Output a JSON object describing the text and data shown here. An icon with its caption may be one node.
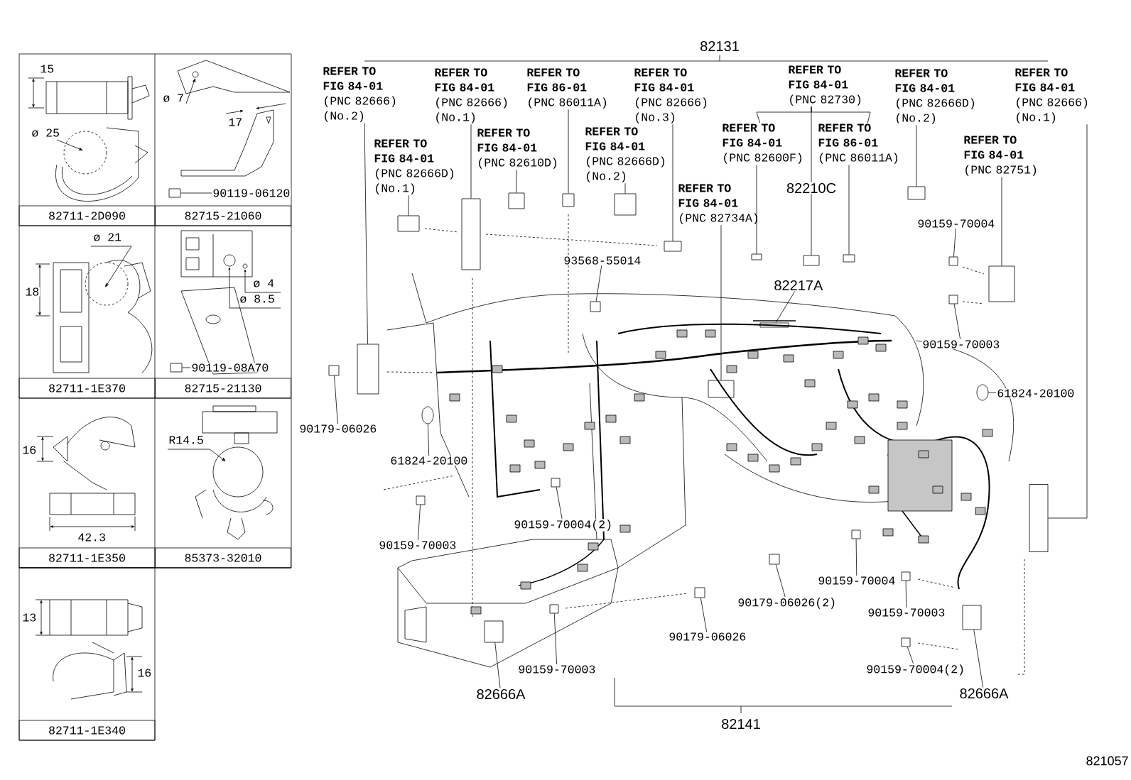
{
  "diagram": {
    "nodes": [
      {
        "text": [
          "82711-2D090"
        ]
      },
      {
        "text": [
          "82715-21060"
        ]
      },
      {
        "text": [
          "82711-1E370"
        ]
      },
      {
        "text": [
          "82715-21130"
        ]
      },
      {
        "text": [
          "82711-1E350"
        ]
      },
      {
        "text": [
          "85373-32010"
        ]
      },
      {
        "text": [
          "82711-1E340"
        ]
      },
      {
        "text": [
          "90119-06120"
        ]
      },
      {
        "text": [],
        "shape": "box"
      },
      {
        "text": [
          "90119-08A70"
        ]
      },
      {
        "text": [],
        "shape": "box"
      },
      {
        "text": [
          "REFER TO FIG 84-01",
          "(PNC 82666) (No.2)"
        ]
      },
      {
        "text": [
          "REFER TO FIG 84-01",
          "(PNC 82666) (No.1)"
        ]
      },
      {
        "text": [
          "REFER TO FIG 86-01",
          "(PNC 86011A)"
        ]
      },
      {
        "text": [
          "REFER TO FIG 84-01",
          "(PNC 82666) (No.3)"
        ]
      },
      {
        "text": [
          "REFER TO FIG 84-01",
          "(PNC 82730)"
        ]
      },
      {
        "text": [
          "REFER TO FIG 84-01",
          "(PNC 82666D) (No.2)"
        ]
      },
      {
        "text": [
          "REFER TO FIG 84-01",
          "(PNC 82666) (No.1)"
        ]
      },
      {
        "text": [
          "REFER TO FIG 84-01",
          "(PNC 82610D)"
        ]
      },
      {
        "text": [
          "REFER TO FIG 84-01",
          "(PNC 82666D) (No.2)"
        ]
      },
      {
        "text": [
          "REFER TO FIG 84-01",
          "(PNC 82600F)"
        ]
      },
      {
        "text": [
          "REFER TO FIG 86-01",
          "(PNC 86011A)"
        ]
      },
      {
        "text": [
          "REFER TO FIG 84-01",
          "(PNC 82751)"
        ]
      },
      {
        "text": [
          "REFER TO FIG 84-01",
          "(PNC 82666D) (No.1)"
        ]
      },
      {
        "text": [
          "REFER TO FIG 84-01",
          "(PNC 82734A)"
        ]
      },
      {
        "text": [
          "82210C"
        ]
      },
      {
        "text": [
          "90159-70004"
        ]
      },
      {
        "text": [
          "93568-55014"
        ]
      },
      {
        "text": [
          "82217A"
        ]
      },
      {
        "text": [
          "90159-70003"
        ]
      },
      {
        "text": [
          "61824-20100"
        ]
      },
      {
        "text": [
          "90179-06026"
        ]
      },
      {
        "text": [
          "61824-20100"
        ]
      },
      {
        "text": [
          "90159-70004(2)"
        ]
      },
      {
        "text": [
          "90159-70003"
        ]
      },
      {
        "text": [
          "90159-70004"
        ]
      },
      {
        "text": [
          "90179-06026(2)"
        ]
      },
      {
        "text": [
          "90159-70003"
        ]
      },
      {
        "text": [
          "90179-06026"
        ]
      },
      {
        "text": [
          "90159-70003"
        ]
      },
      {
        "text": [
          "90159-70004(2)"
        ]
      },
      {
        "text": [
          "82666A"
        ]
      },
      {
        "text": [
          "82666A"
        ]
      },
      {
        "text": [],
        "shape": "box"
      },
      {
        "text": [],
        "shape": "box"
      },
      {
        "text": [],
        "shape": "box"
      },
      {
        "text": [],
        "shape": "box"
      },
      {
        "text": [],
        "shape": "box"
      },
      {
        "text": [],
        "shape": "box"
      },
      {
        "text": [],
        "shape": "box"
      },
      {
        "text": [],
        "shape": "box"
      },
      {
        "text": [],
        "shape": "box"
      },
      {
        "text": [],
        "shape": "box"
      },
      {
        "text": [],
        "shape": "box"
      },
      {
        "text": [],
        "shape": "box"
      },
      {
        "text": [],
        "shape": "box"
      },
      {
        "text": [],
        "shape": "box"
      },
      {
        "text": [],
        "shape": "box"
      },
      {
        "text": [],
        "shape": "box"
      },
      {
        "text": [],
        "shape": "box"
      },
      {
        "text": [],
        "shape": "box"
      },
      {
        "text": [],
        "shape": "circle"
      },
      {
        "text": [],
        "shape": "box"
      },
      {
        "text": [],
        "shape": "circle"
      },
      {
        "text": [],
        "shape": "box"
      },
      {
        "text": [],
        "shape": "box"
      },
      {
        "text": [],
        "shape": "box"
      },
      {
        "text": [],
        "shape": "box"
      },
      {
        "text": [],
        "shape": "box"
      },
      {
        "text": [],
        "shape": "box"
      },
      {
        "text": [],
        "shape": "box"
      },
      {
        "text": [],
        "shape": "box"
      },
      {
        "text": [],
        "shape": "box"
      },
      {
        "text": [],
        "shape": "box"
      }
    ],
    "edges": [
      {
        "from": 11,
        "to": 43,
        "arrow": "none"
      },
      {
        "from": 12,
        "to": 44,
        "arrow": "none"
      },
      {
        "from": 13,
        "to": 45,
        "arrow": "none"
      },
      {
        "from": 14,
        "to": 46,
        "arrow": "none"
      },
      {
        "from": 16,
        "to": 47,
        "arrow": "none"
      },
      {
        "from": 17,
        "to": 48,
        "arrow": "none"
      },
      {
        "from": 18,
        "to": 49,
        "arrow": "none"
      },
      {
        "from": 19,
        "to": 50,
        "arrow": "none"
      },
      {
        "from": 20,
        "to": 51,
        "arrow": "none"
      },
      {
        "from": 21,
        "to": 52,
        "arrow": "none"
      },
      {
        "from": 22,
        "to": 53,
        "arrow": "none"
      },
      {
        "from": 23,
        "to": 54,
        "arrow": "none"
      },
      {
        "from": 24,
        "to": 55,
        "arrow": "none"
      },
      {
        "from": 25,
        "to": 56,
        "arrow": "none"
      },
      {
        "from": 15,
        "to": 20,
        "arrow": "none"
      },
      {
        "from": 15,
        "to": 21,
        "arrow": "none"
      },
      {
        "from": 15,
        "to": 25,
        "arrow": "none"
      },
      {
        "from": 26,
        "to": 57,
        "arrow": "none"
      },
      {
        "from": 27,
        "to": 58,
        "arrow": "none"
      },
      {
        "from": 28,
        "to": 59,
        "arrow": "none"
      },
      {
        "from": 29,
        "to": 60,
        "arrow": "none"
      },
      {
        "from": 30,
        "to": 61,
        "arrow": "none"
      },
      {
        "from": 31,
        "to": 62,
        "arrow": "none"
      },
      {
        "from": 32,
        "to": 63,
        "arrow": "none"
      },
      {
        "from": 33,
        "to": 64,
        "arrow": "none"
      },
      {
        "from": 34,
        "to": 65,
        "arrow": "none"
      },
      {
        "from": 35,
        "to": 66,
        "arrow": "none"
      },
      {
        "from": 36,
        "to": 67,
        "arrow": "none"
      },
      {
        "from": 37,
        "to": 68,
        "arrow": "none"
      },
      {
        "from": 38,
        "to": 69,
        "arrow": "none"
      },
      {
        "from": 39,
        "to": 70,
        "arrow": "none"
      },
      {
        "from": 40,
        "to": 71,
        "arrow": "none"
      },
      {
        "from": 41,
        "to": 72,
        "arrow": "none"
      },
      {
        "from": 42,
        "to": 73,
        "arrow": "none"
      },
      {
        "from": 7,
        "to": 8,
        "arrow": "none"
      },
      {
        "from": 9,
        "to": 10,
        "arrow": "none"
      }
    ],
    "labels": [
      "82131",
      "15",
      "ø 25",
      "ø 7",
      "17",
      "ø 21",
      "18",
      "ø 4",
      "ø 8.5",
      "16",
      "42.3",
      "R14.5",
      "13",
      "16",
      "82141",
      "821057"
    ]
  }
}
